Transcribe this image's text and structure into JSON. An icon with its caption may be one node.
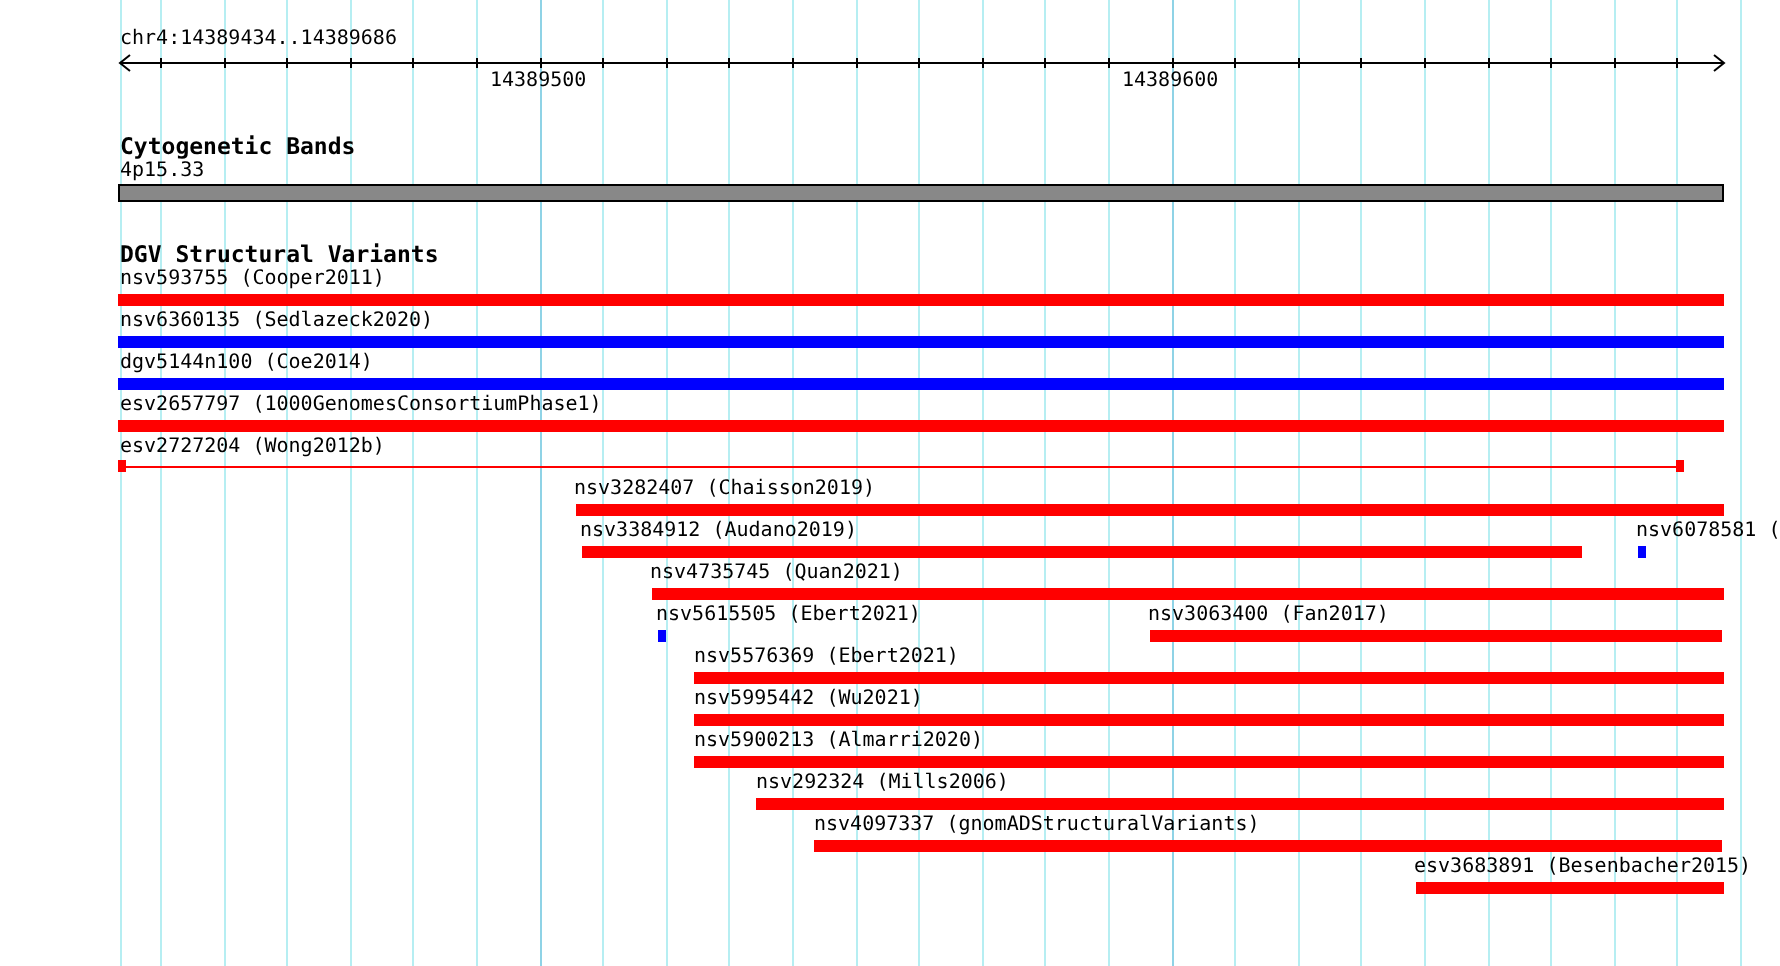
{
  "diagram": {
    "nodes": [
      {
        "text": [
          "4p15.33"
        ]
      },
      {
        "text": [
          "nsv593755 (Cooper2011)"
        ]
      },
      {
        "text": [
          "nsv6360135 (Sedlazeck2020)"
        ]
      },
      {
        "text": [
          "dgv5144n100 (Coe2014)"
        ]
      },
      {
        "text": [
          "esv2657797 (1000GenomesConsortiumPhase1)"
        ]
      },
      {
        "text": [
          "esv2727204 (Wong2012b)"
        ]
      },
      {
        "text": [
          "nsv3282407 (Chaisson2019)"
        ]
      },
      {
        "text": [
          "nsv3384912 (Audano2019)"
        ]
      },
      {
        "text": [
          "nsv6078581 ("
        ]
      },
      {
        "text": [
          "nsv4735745 (Quan2021)"
        ]
      },
      {
        "text": [
          "nsv5615505 (Ebert2021)"
        ]
      },
      {
        "text": [
          "nsv3063400 (Fan2017)"
        ]
      },
      {
        "text": [
          "nsv5576369 (Ebert2021)"
        ]
      },
      {
        "text": [
          "nsv5995442 (Wu2021)"
        ]
      },
      {
        "text": [
          "nsv5900213 (Almarri2020)"
        ]
      },
      {
        "text": [
          "nsv292324 (Mills2006)"
        ]
      },
      {
        "text": [
          "nsv4097337 (gnomADStructuralVariants)"
        ]
      },
      {
        "text": [
          "esv3683891 (Besenbacher2015)"
        ]
      }
    ],
    "labels": [
      "chr4:14389434..14389686",
      "14389500",
      "14389600",
      "Cytogenetic Bands",
      "DGV Structural Variants"
    ]
  }
}
